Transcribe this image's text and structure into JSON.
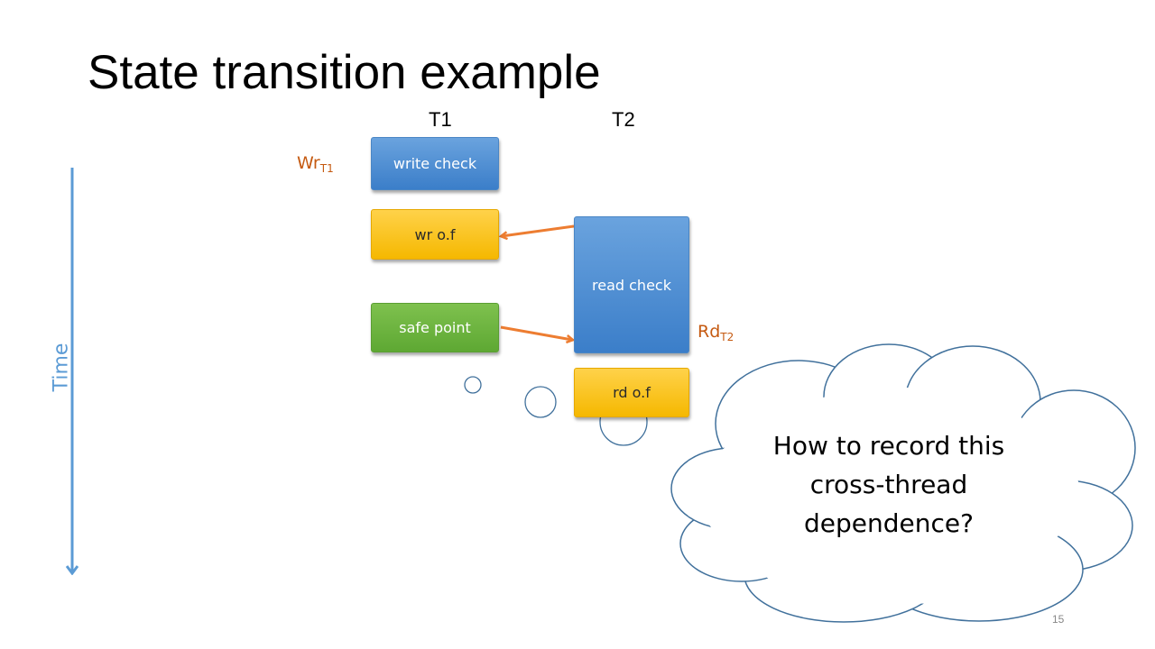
{
  "title": "State transition example",
  "columns": {
    "t1": "T1",
    "t2": "T2"
  },
  "boxes": {
    "write_check": "write check",
    "wr_of": "wr o.f",
    "safe_point": "safe point",
    "read_check": "read check",
    "rd_of": "rd o.f"
  },
  "labels": {
    "wr_main": "Wr",
    "wr_sub": "T1",
    "rd_main": "Rd",
    "rd_sub": "T2",
    "time": "Time"
  },
  "callout": {
    "line1": "How to record this",
    "line2": "cross-thread",
    "line3": "dependence?"
  },
  "page_number": "15",
  "colors": {
    "blue": "#5b9bd5",
    "yellow": "#ffc000",
    "green": "#70ad47",
    "orange": "#ed7d31",
    "label_orange": "#c55a11"
  }
}
